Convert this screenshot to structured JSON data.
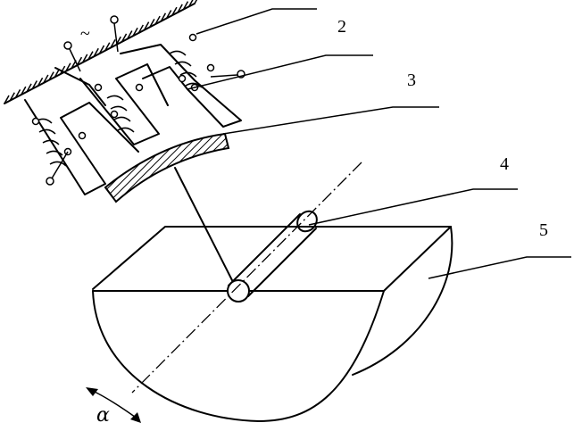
{
  "labels": {
    "l2": "2",
    "l3": "3",
    "l4": "4",
    "l5": "5",
    "ac_symbol": "~",
    "angle": "α"
  }
}
